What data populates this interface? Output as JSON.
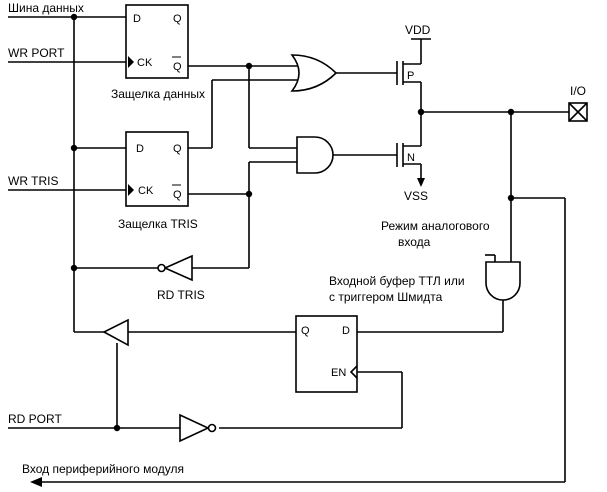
{
  "labels": {
    "data_bus": "Шина данных",
    "wr_port": "WR PORT",
    "wr_tris": "WR TRIS",
    "data_latch": "Защелка данных",
    "tris_latch": "Защелка TRIS",
    "rd_tris": "RD TRIS",
    "rd_port": "RD PORT",
    "peripheral_input": "Вход периферийного модуля",
    "analog_mode_line1": "Режим аналогового",
    "analog_mode_line2": "входа",
    "ttl_buffer_line1": "Входной буфер ТТЛ или",
    "ttl_buffer_line2": "с триггером Шмидта",
    "io_pin": "I/O",
    "vdd": "VDD",
    "vss": "VSS",
    "p_transistor": "P",
    "n_transistor": "N"
  },
  "data_latch_pins": {
    "d": "D",
    "q": "Q",
    "ck": "CK",
    "qbar": "Q"
  },
  "tris_latch_pins": {
    "d": "D",
    "q": "Q",
    "ck": "CK",
    "qbar": "Q"
  },
  "input_latch_pins": {
    "q": "Q",
    "d": "D",
    "en": "EN"
  }
}
